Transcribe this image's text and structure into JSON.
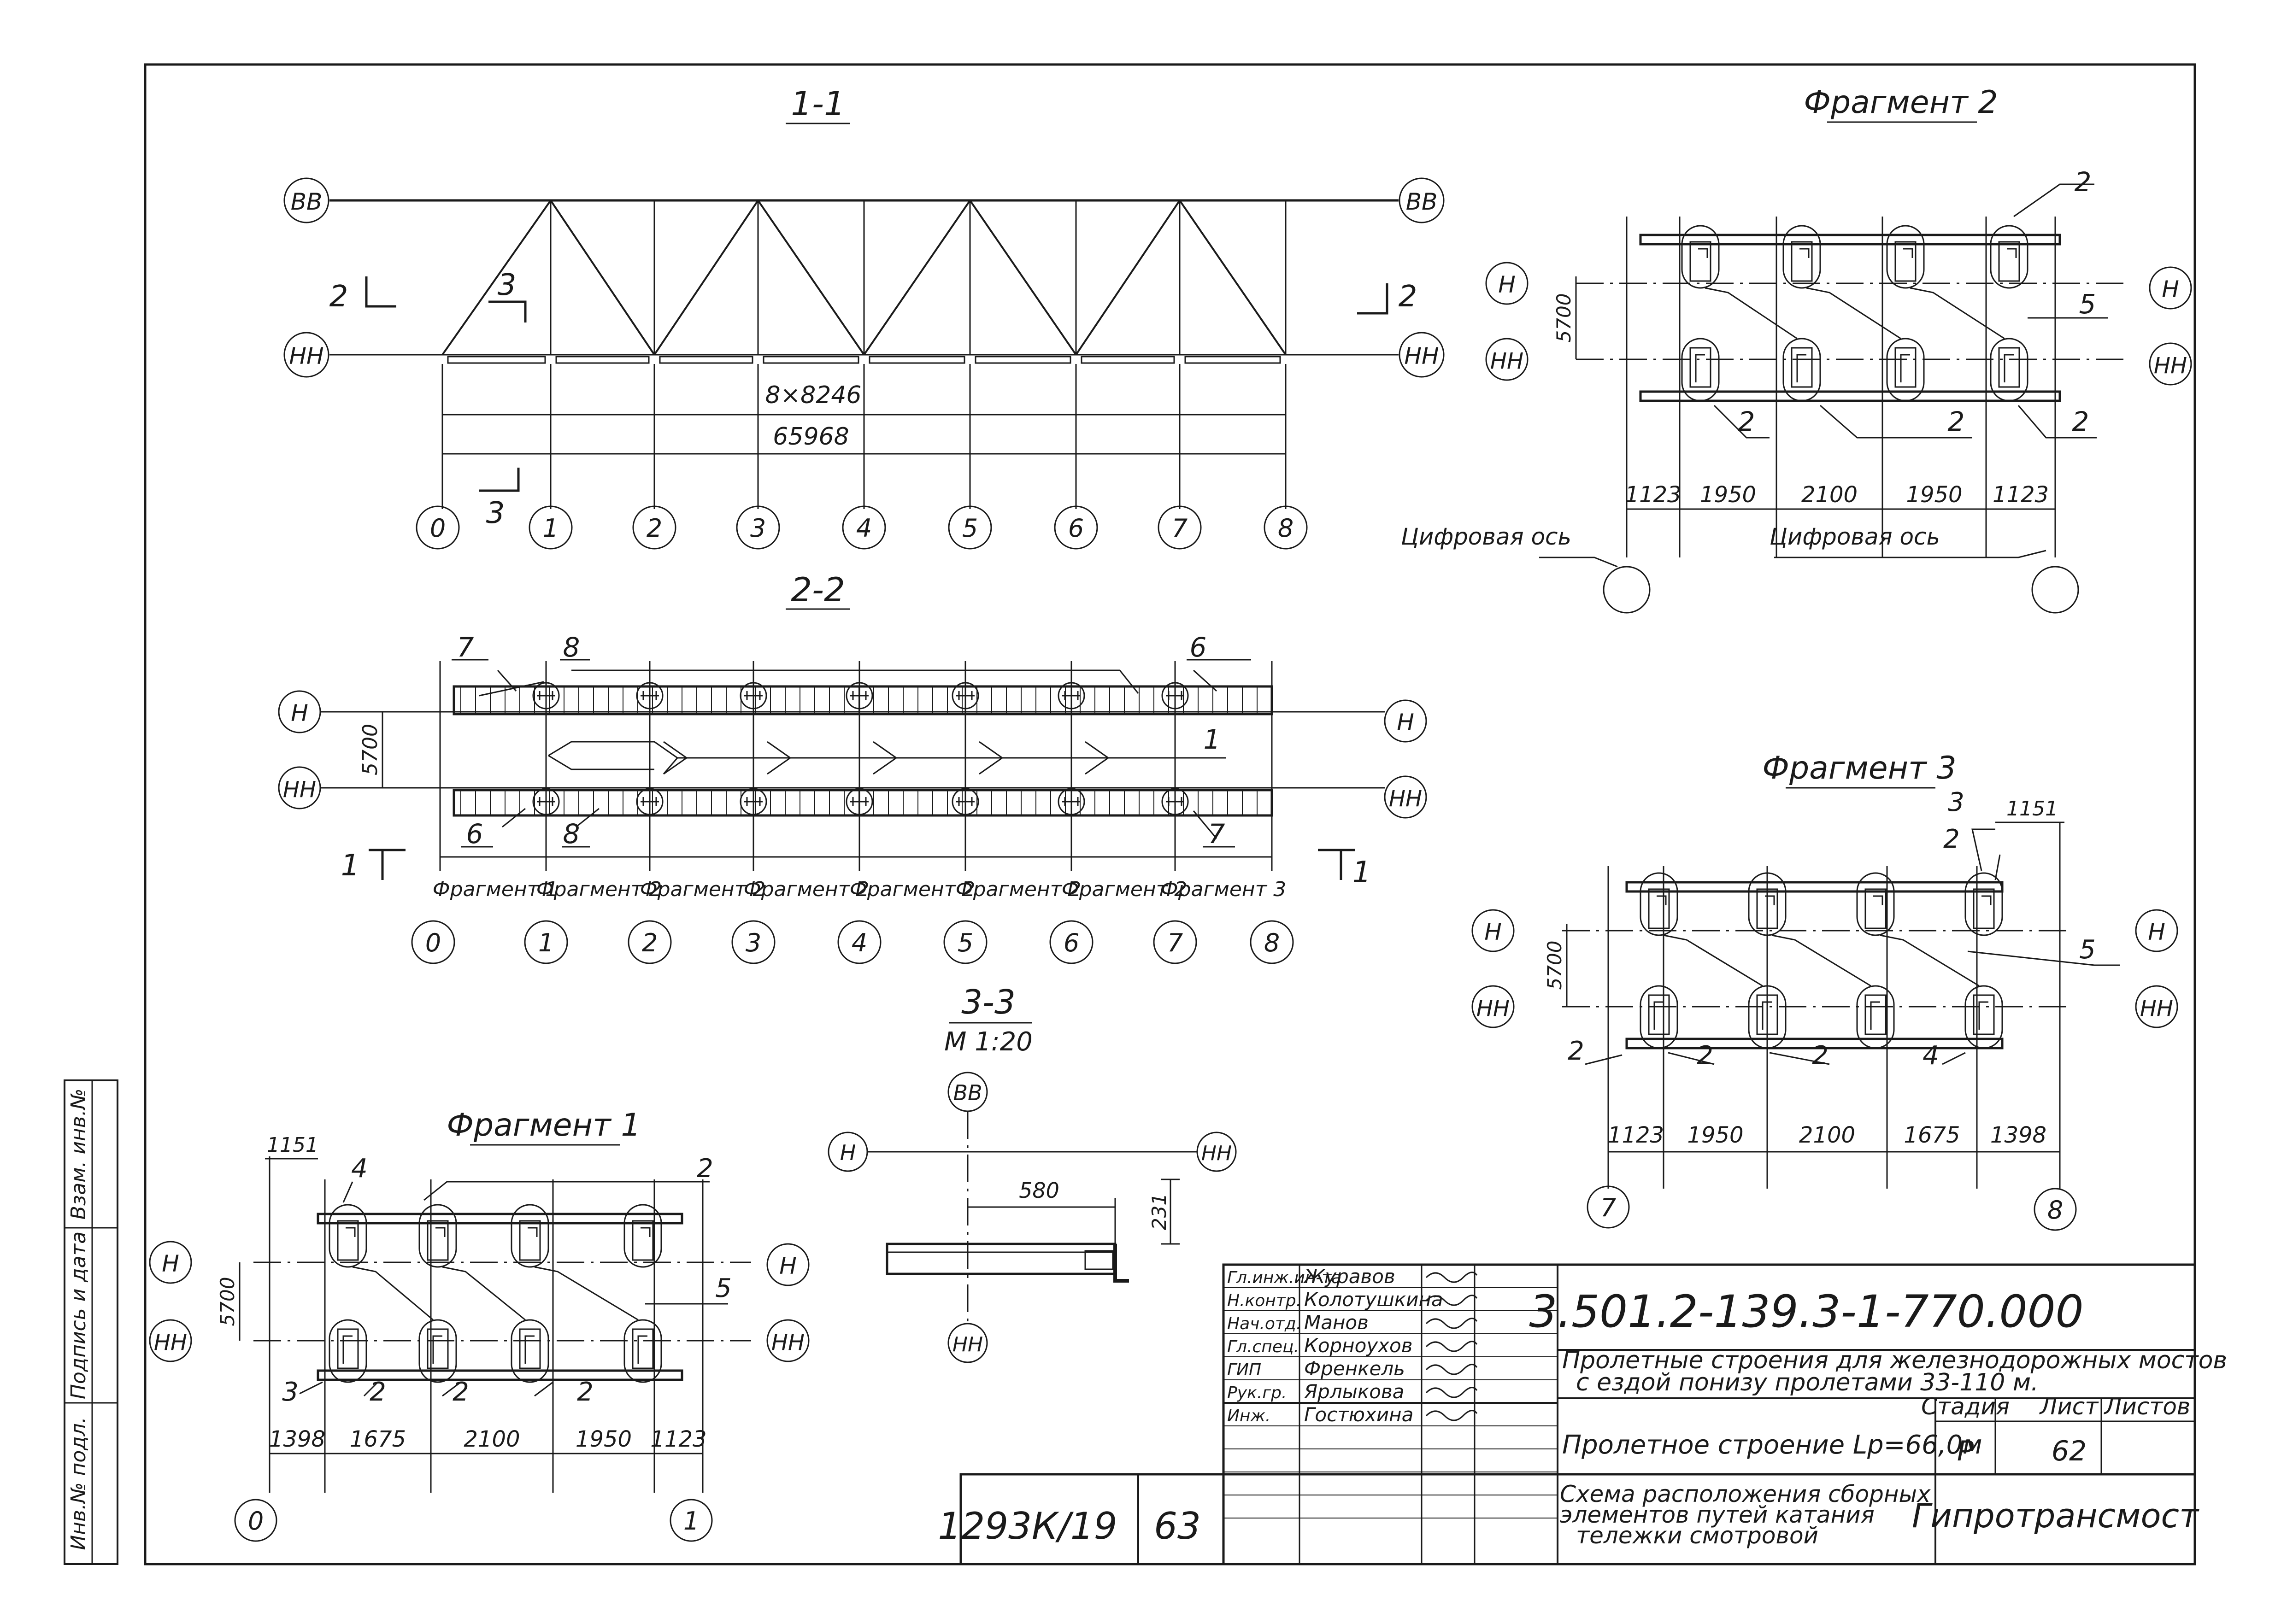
{
  "sheet": {
    "section_1_1": {
      "title": "1-1",
      "axis_top": "ВВ",
      "axis_bottom": "НН",
      "cut_2": "2",
      "cut_3": "3",
      "dim_panels": "8×8246",
      "dim_total": "65968",
      "nodes": [
        "0",
        "1",
        "2",
        "3",
        "4",
        "5",
        "6",
        "7",
        "8"
      ]
    },
    "section_2_2": {
      "title": "2-2",
      "axis_h": "Н",
      "axis_hh": "НН",
      "dim_5700": "5700",
      "cut_1": "1",
      "callouts": [
        "7",
        "8",
        "6",
        "1",
        "6",
        "8",
        "7"
      ],
      "fragments": [
        "Фрагмент 1",
        "Фрагмент 2",
        "Фрагмент 2",
        "Фрагмент 2",
        "Фрагмент 2",
        "Фрагмент 2",
        "Фрагмент 2",
        "Фрагмент 3"
      ],
      "nodes": [
        "0",
        "1",
        "2",
        "3",
        "4",
        "5",
        "6",
        "7",
        "8"
      ]
    },
    "fragment_2": {
      "title": "Фрагмент 2",
      "axis_h": "Н",
      "axis_hh": "НН",
      "dim_5700": "5700",
      "callout_top": "2",
      "callout_side": "5",
      "callouts_bottom": [
        "2",
        "2",
        "2"
      ],
      "dims": [
        "1123",
        "1950",
        "2100",
        "1950",
        "1123"
      ],
      "note_left": "Цифровая ось",
      "note_right": "Цифровая ось"
    },
    "fragment_3": {
      "title": "Фрагмент 3",
      "axis_h": "Н",
      "axis_hh": "НН",
      "dim_5700": "5700",
      "dim_1151": "1151",
      "callout_3": "3",
      "callout_2": "2",
      "callout_5": "5",
      "callouts_bottom": [
        "2",
        "2",
        "2",
        "4"
      ],
      "dims": [
        "1123",
        "1950",
        "2100",
        "1675",
        "1398"
      ],
      "nodes": [
        "7",
        "8"
      ]
    },
    "section_3_3": {
      "title": "3-3",
      "scale": "М 1:20",
      "axis_top": "ВВ",
      "axis_h": "Н",
      "axis_hh": "НН",
      "axis_bottom": "НН",
      "dim_580": "580",
      "dim_231": "231"
    },
    "fragment_1": {
      "title": "Фрагмент 1",
      "axis_h": "Н",
      "axis_hh": "НН",
      "dim_5700": "5700",
      "dim_1151": "1151",
      "callout_4": "4",
      "callout_2": "2",
      "callout_5": "5",
      "callouts_bottom": [
        "3",
        "2",
        "2",
        "2"
      ],
      "dims": [
        "1398",
        "1675",
        "2100",
        "1950",
        "1123"
      ],
      "nodes": [
        "0",
        "1"
      ]
    },
    "side_stamp": [
      "Инв.№ подл.",
      "Подпись и дата",
      "Взам. инв.№"
    ],
    "title_block": {
      "archive_no": "1293К/19",
      "page_no": "63",
      "code": "3.501.2-139.3-1-770.000",
      "series_title_1": "Пролетные строения для железнодорожных мостов",
      "series_title_2": "с ездой понизу пролетами 33-110 м.",
      "item_title": "Пролетное строение Lp=66,0м",
      "sheet_title_1": "Схема расположения сборных",
      "sheet_title_2": "элементов путей катания",
      "sheet_title_3": "тележки смотровой",
      "stage_label": "Стадия",
      "sheet_label": "Лист",
      "sheets_label": "Листов",
      "stage": "Р",
      "sheet_no": "62",
      "sheets_total": "",
      "org": "Гипротрансмост",
      "staff": [
        {
          "role": "Гл.инж.ин-та",
          "name": "Журавов"
        },
        {
          "role": "Н.контр.",
          "name": "Колотушкина"
        },
        {
          "role": "Нач.отд.",
          "name": "Манов"
        },
        {
          "role": "Гл.спец.",
          "name": "Корноухов"
        },
        {
          "role": "ГИП",
          "name": "Френкель"
        },
        {
          "role": "Рук.гр.",
          "name": "Ярлыкова"
        },
        {
          "role": "Инж.",
          "name": "Гостюхина"
        }
      ]
    }
  }
}
